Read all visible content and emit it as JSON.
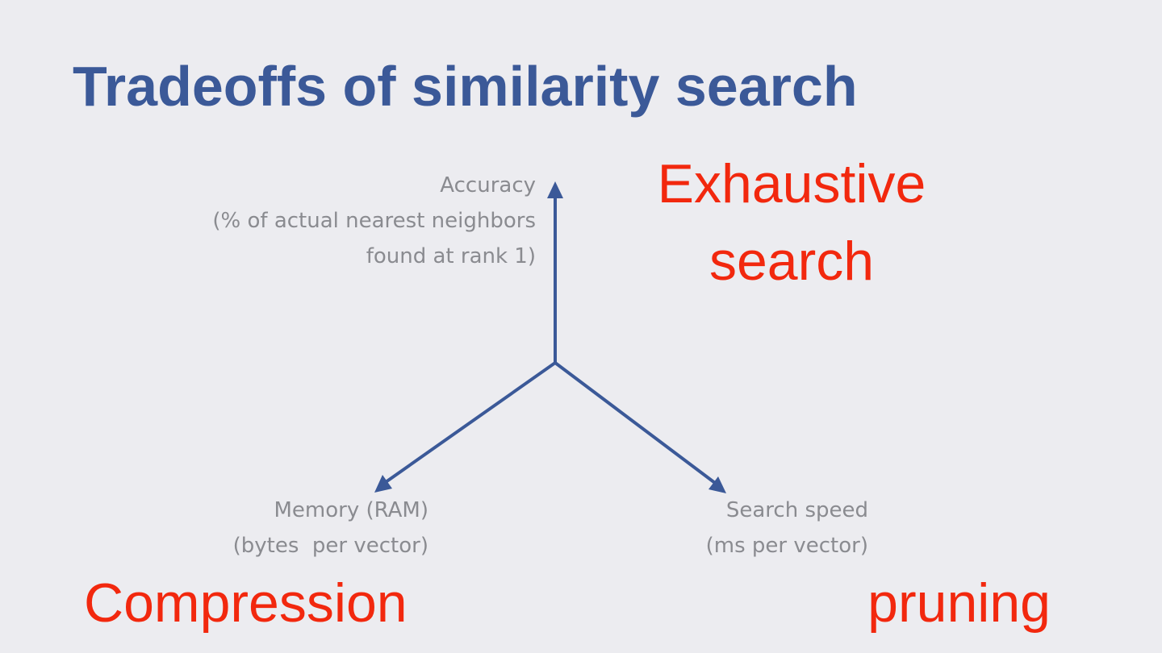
{
  "slide": {
    "title": "Tradeoffs of similarity search",
    "accent_color": "#3b5998",
    "highlight_color": "#f2280e",
    "label_color": "#8a8b90",
    "background_color": "#ececf0"
  },
  "axes": {
    "accuracy": {
      "lines": [
        "Accuracy",
        "(% of actual nearest neighbors",
        "found at rank 1)"
      ]
    },
    "memory": {
      "lines": [
        "Memory (RAM)",
        "(bytes  per vector)"
      ]
    },
    "speed": {
      "lines": [
        "Search speed",
        "(ms per vector)"
      ]
    }
  },
  "approaches": {
    "exhaustive": [
      "Exhaustive",
      "search"
    ],
    "compression": "Compression",
    "pruning": "pruning"
  }
}
